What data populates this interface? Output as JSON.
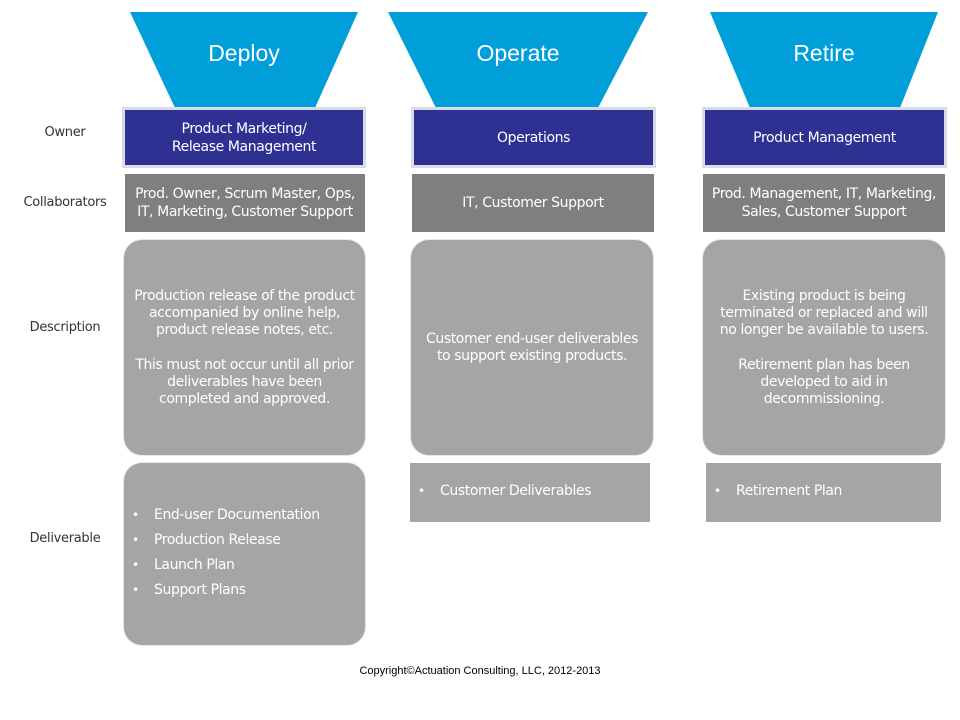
{
  "colors": {
    "funnel": "#009fd9",
    "owner_bg": "#2e3192",
    "collaborator_bg": "#7f7f7f",
    "description_bg": "#a5a5a5"
  },
  "row_labels": {
    "owner": "Owner",
    "collaborators": "Collaborators",
    "description": "Description",
    "deliverable": "Deliverable"
  },
  "phases": [
    {
      "title": "Deploy",
      "owner": "Product Marketing/\nRelease Management",
      "collaborators": "Prod. Owner, Scrum Master, Ops,\nIT, Marketing, Customer Support",
      "description": [
        "Production release of the product accompanied by online help, product release notes, etc.",
        "This must not occur until all prior deliverables  have been completed and approved."
      ],
      "deliverables": [
        "End-user Documentation",
        "Production Release",
        "Launch Plan",
        "Support Plans"
      ]
    },
    {
      "title": "Operate",
      "owner": "Operations",
      "collaborators": "IT, Customer Support",
      "description": [
        "Customer end-user deliverables to support existing products."
      ],
      "deliverables": [
        "Customer Deliverables"
      ]
    },
    {
      "title": "Retire",
      "owner": "Product Management",
      "collaborators": "Prod. Management, IT, Marketing,\nSales, Customer Support",
      "description": [
        "Existing product is being terminated or replaced and will no longer be available to users.",
        "Retirement plan has been developed to aid in decommissioning."
      ],
      "deliverables": [
        "Retirement Plan"
      ]
    }
  ],
  "bullet_glyph": "•",
  "footer": {
    "copyright": "Copyright©Actuation Consulting, LLC, 2012-2013"
  }
}
